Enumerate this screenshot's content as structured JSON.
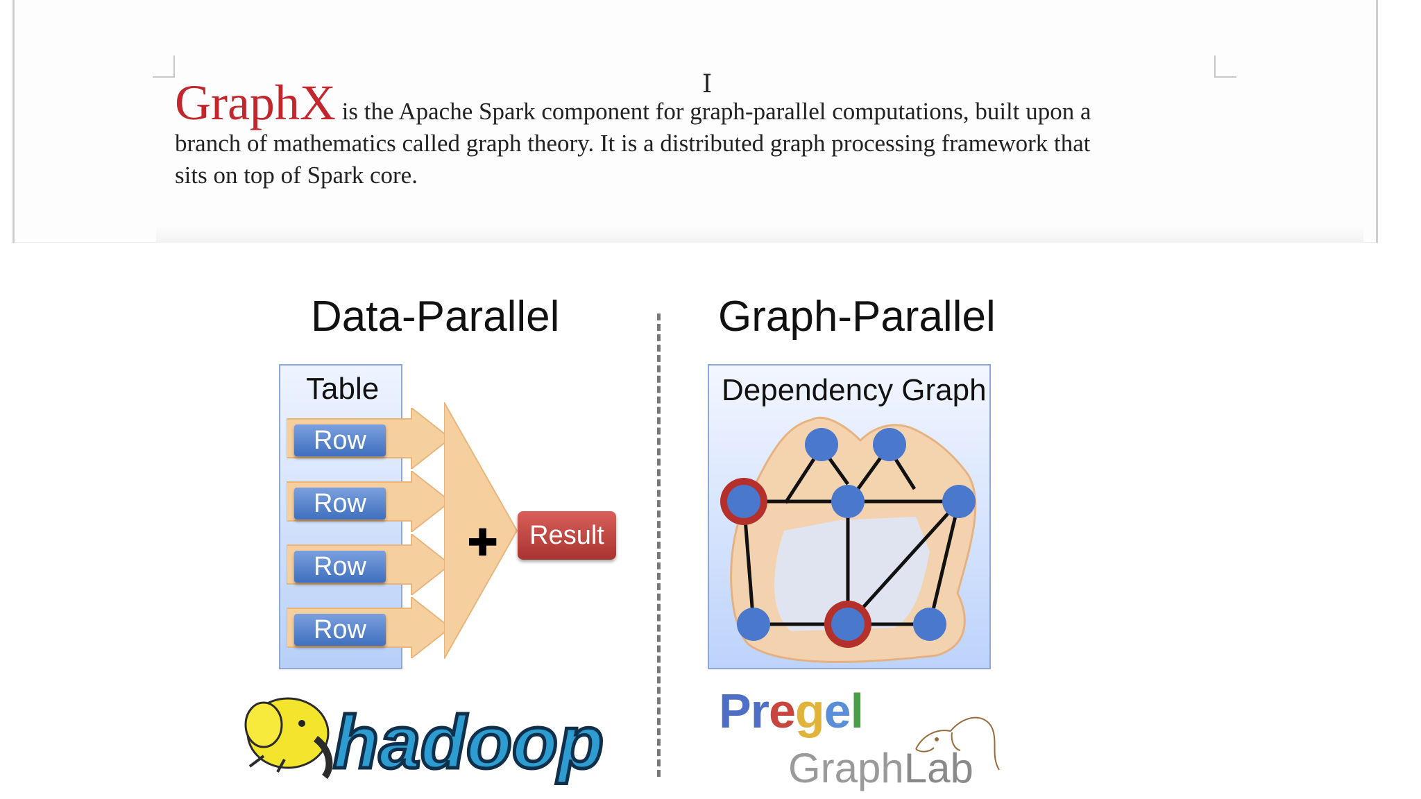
{
  "document": {
    "heading_word": "GraphX",
    "line1": " is the Apache Spark component for graph-parallel computations, built upon a",
    "line2": "branch of mathematics called graph theory. It is a distributed graph processing framework that",
    "line3": "sits on top of Spark core.",
    "cursor_glyph": "I"
  },
  "slide": {
    "left_title": "Data-Parallel",
    "right_title": "Graph-Parallel",
    "table_label": "Table",
    "rows": [
      "Row",
      "Row",
      "Row",
      "Row"
    ],
    "plus_glyph": "✚",
    "result_label": "Result",
    "graph_label": "Dependency Graph",
    "hadoop_logo_text": "hadoop",
    "pregel_letters": [
      {
        "char": "P",
        "color": "#4f6fc7"
      },
      {
        "char": "r",
        "color": "#4f6fc7"
      },
      {
        "char": "e",
        "color": "#c8463e"
      },
      {
        "char": "g",
        "color": "#e0b43a"
      },
      {
        "char": "e",
        "color": "#5a8ed8"
      },
      {
        "char": "l",
        "color": "#4a9e4a"
      }
    ],
    "graphlab_prefix": "Graph",
    "graphlab_suffix": "Lab"
  },
  "colors": {
    "graphx_red": "#c1272d",
    "row_blue": "#3f6fbf",
    "result_red": "#a8342f",
    "arrow_peach": "#f6cf9f",
    "node_blue": "#4a78cc",
    "highlight_red": "#b5302b"
  }
}
